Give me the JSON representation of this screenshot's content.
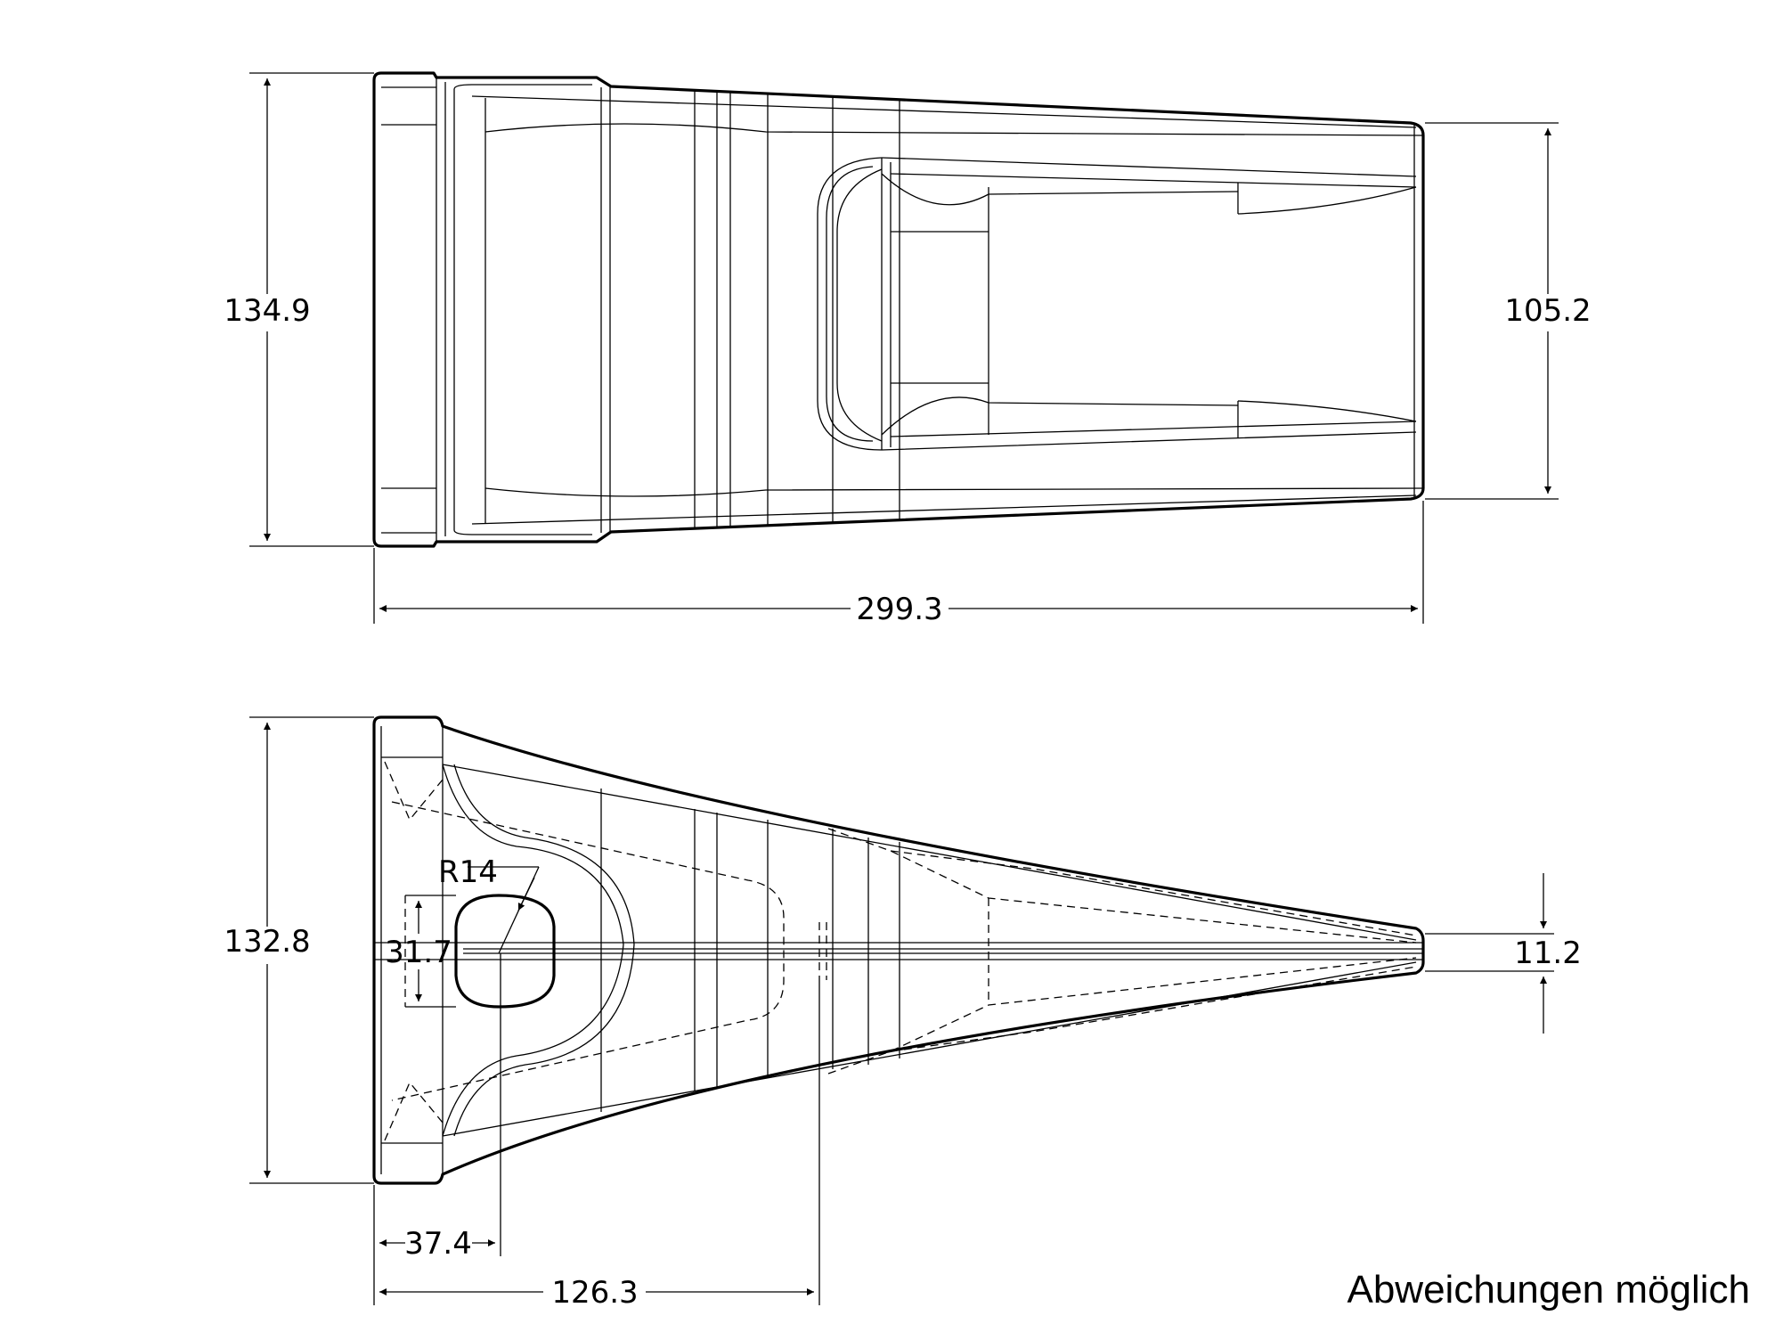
{
  "dimensions": {
    "top_height_left": "134.9",
    "top_height_right": "105.2",
    "top_length": "299.3",
    "side_height": "132.8",
    "hole_radius": "R14",
    "hole_height": "31.7",
    "tip_thickness": "11.2",
    "hole_offset": "37.4",
    "pocket_depth": "126.3"
  },
  "note": "Abweichungen möglich"
}
